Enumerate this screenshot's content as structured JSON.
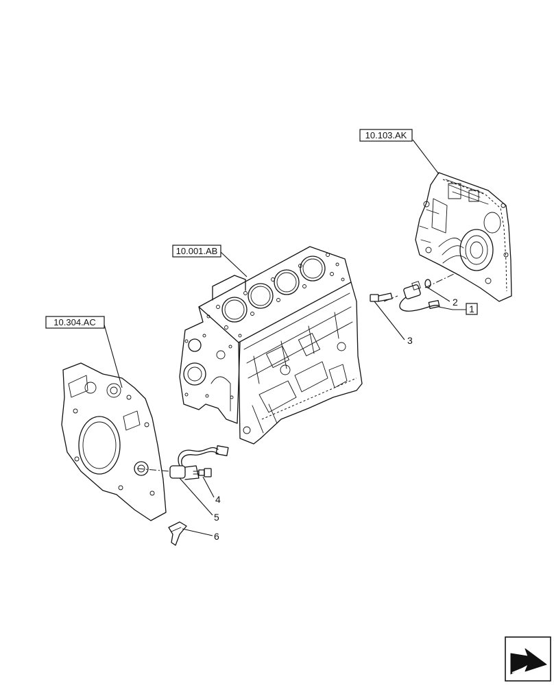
{
  "references": {
    "cover_front": "10.103.AK",
    "engine_block": "10.001.AB",
    "cover_rear": "10.304.AC"
  },
  "callouts": {
    "item_1": "1",
    "item_2": "2",
    "item_3": "3",
    "item_4": "4",
    "item_5": "5",
    "item_6": "6"
  },
  "icons": {
    "navigation": "arrow-icon"
  }
}
